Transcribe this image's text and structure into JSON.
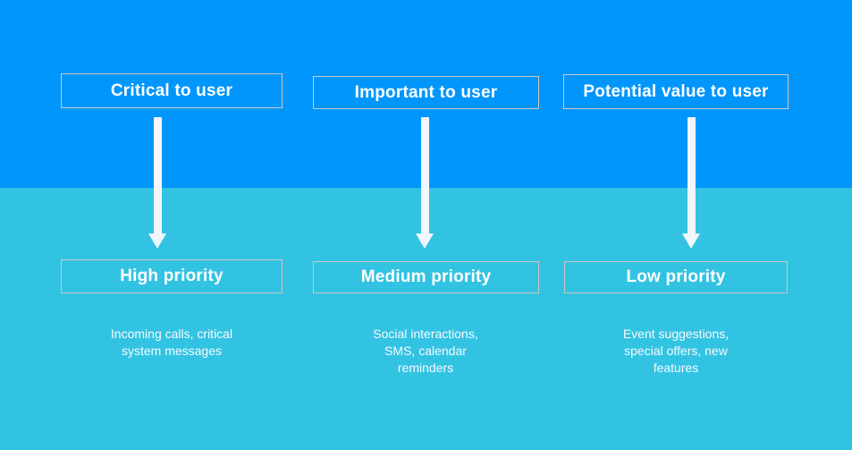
{
  "colors": {
    "top_band": "#0196FB",
    "bottom_band": "#33C3E2",
    "box_border": "#CCC8C6",
    "arrow": "#F0F6FC",
    "heading_text": "#FFFFFF",
    "desc_text": "#F6FAFE"
  },
  "columns": [
    {
      "category_label": "Critical to user",
      "priority_label": "High priority",
      "description_lines": [
        "Incoming calls, critical",
        "system messages"
      ]
    },
    {
      "category_label": "Important to user",
      "priority_label": "Medium priority",
      "description_lines": [
        "Social interactions,",
        "SMS, calendar",
        "reminders"
      ]
    },
    {
      "category_label": "Potential value to user",
      "priority_label": "Low priority",
      "description_lines": [
        "Event suggestions,",
        "special offers, new",
        "features"
      ]
    }
  ]
}
